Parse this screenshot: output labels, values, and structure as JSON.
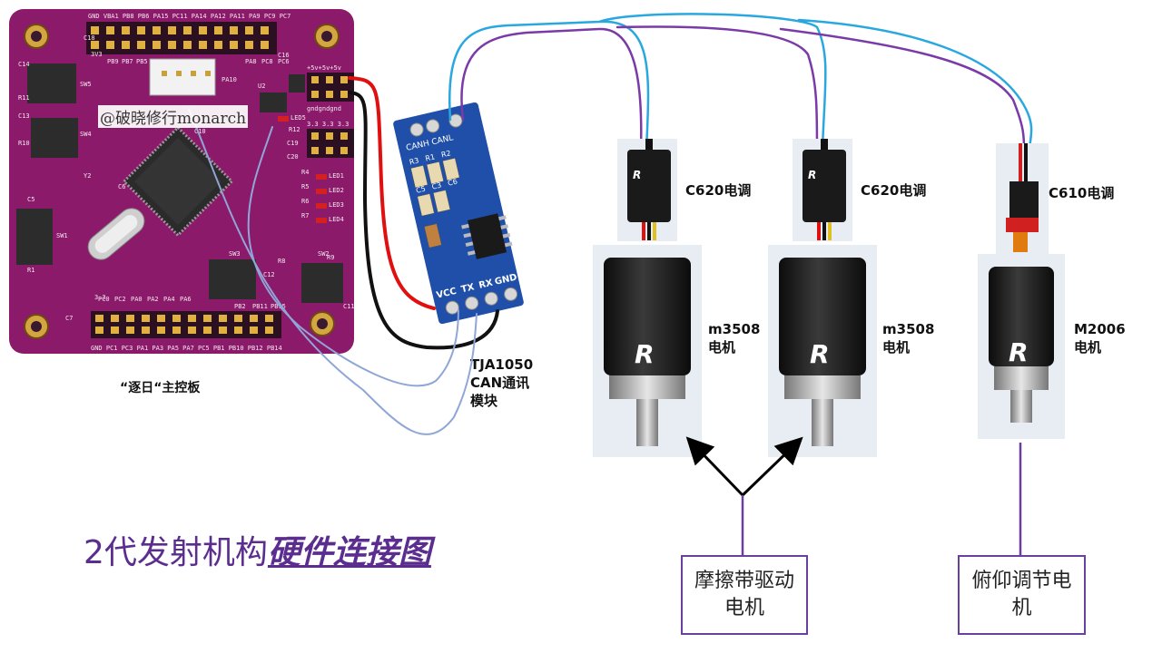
{
  "board": {
    "caption": "“逐日“主控板",
    "watermark": "@破晓修行monarch",
    "header_top": "GND VBA1 PB8 PB6 PA15 PC11 PA14 PA12 PA11 PA9 PC9 PC7",
    "header_bottom": "GND PC1 PC3 PA1 PA3 PA5 PA7 PC5 PB1 PB10 PB12 PB14",
    "power_label": "+5v+5v+5v",
    "gnd_label": "gndgndgnd",
    "v33_label": "3.3 3.3 3.3",
    "labels": [
      "SW5",
      "SW4",
      "SW1",
      "SW2",
      "SW3",
      "C14",
      "C13",
      "R10",
      "R11",
      "Y2",
      "C10",
      "C18",
      "C16",
      "U2",
      "LED5",
      "R12",
      "C19",
      "C20",
      "R4",
      "LED1",
      "R5",
      "LED2",
      "R6",
      "LED3",
      "R7",
      "LED4",
      "C11",
      "C12",
      "R8",
      "R9",
      "C5",
      "C6",
      "C7",
      "R1",
      "PB2",
      "PB11",
      "PB15",
      "PC0",
      "PC2",
      "PA0",
      "PA2",
      "PA4",
      "PA6",
      "3V3",
      "3.3",
      "PB9",
      "PB7",
      "PB5",
      "PA10",
      "PA8",
      "PC8",
      "PC6"
    ]
  },
  "can_module": {
    "label_lines": [
      "TJA1050",
      "CAN通讯",
      "模块"
    ],
    "top_pins": "CANH CANL",
    "bottom_pins": [
      "VCC",
      "TX",
      "RX",
      "GND"
    ],
    "components": [
      "R3",
      "R1",
      "R2",
      "C5",
      "C3",
      "C6"
    ]
  },
  "motors": [
    {
      "esc_label": "C620电调",
      "motor_label_lines": [
        "m3508",
        "电机"
      ]
    },
    {
      "esc_label": "C620电调",
      "motor_label_lines": [
        "m3508",
        "电机"
      ]
    },
    {
      "esc_label": "C610电调",
      "motor_label_lines": [
        "M2006",
        "电机"
      ]
    }
  ],
  "title": {
    "plain": "2代发射机构",
    "emph": "硬件连接图"
  },
  "boxes": {
    "friction": [
      "摩擦带驱动",
      "电机"
    ],
    "pitch": [
      "俯仰调节电",
      "机"
    ]
  },
  "colors": {
    "board": "#8c1a6a",
    "can_module": "#1f4fa8",
    "wire_power": "#e01010",
    "wire_gnd": "#111111",
    "wire_can_h": "#29a8e0",
    "wire_can_l": "#7a3aa8",
    "wire_signal": "#8fa6d6",
    "accent": "#6b3f9e"
  }
}
